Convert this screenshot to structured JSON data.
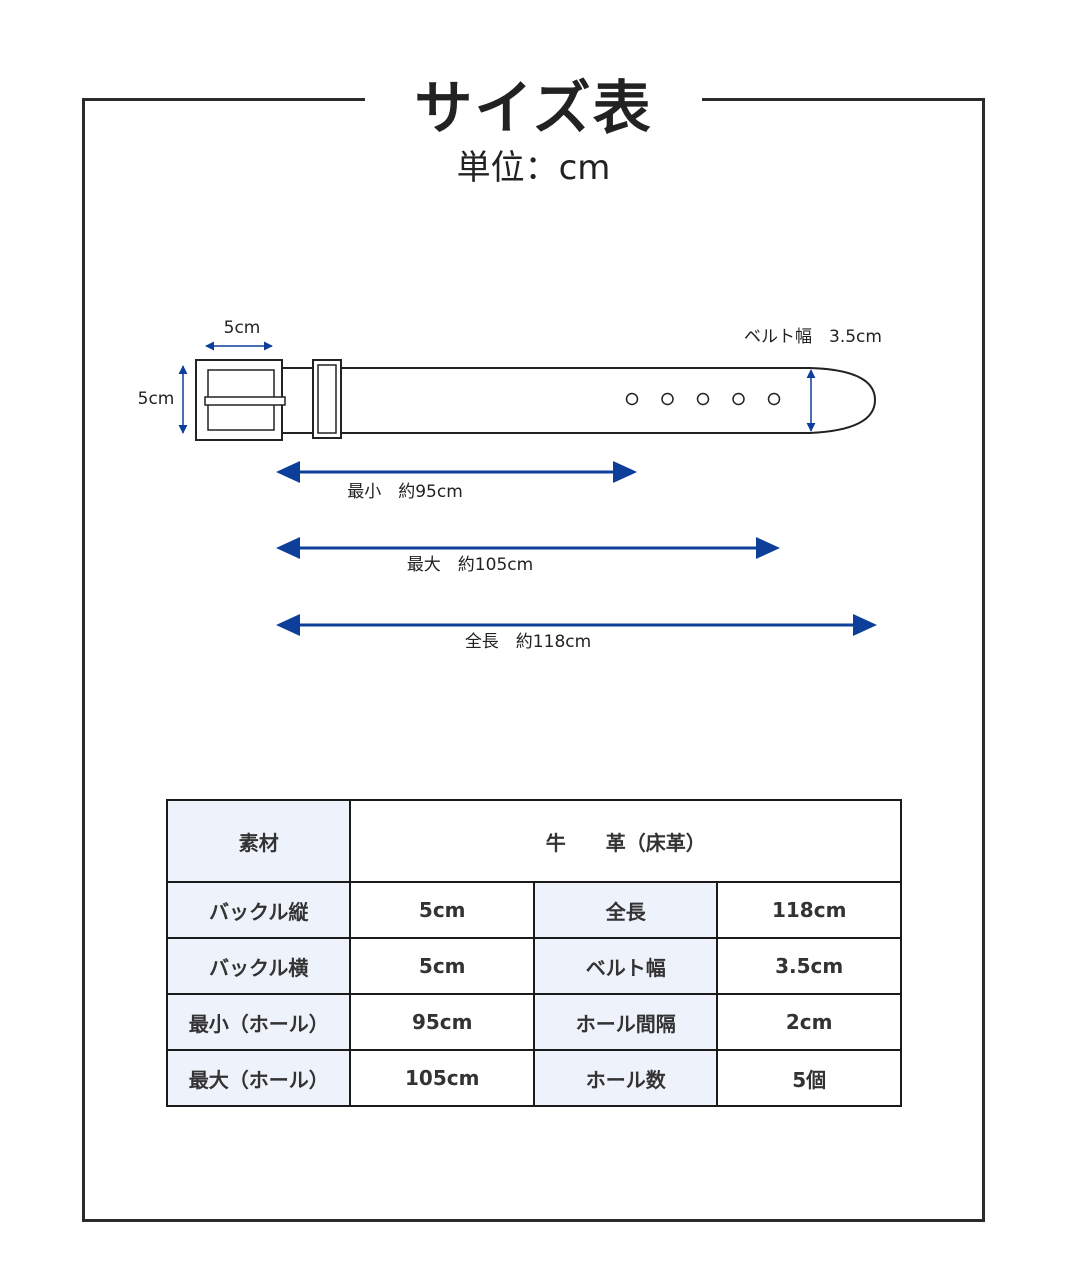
{
  "header": {
    "title": "サイズ表",
    "unit": "単位：cm"
  },
  "diagram": {
    "buckle_width_label": "5cm",
    "buckle_height_label": "5cm",
    "belt_width_label": "ベルト幅　3.5cm",
    "hole_count": 5,
    "min_label": "最小　約95cm",
    "max_label": "最大　約105cm",
    "total_label": "全長　約118cm",
    "arrow_color": "#0d3f9a"
  },
  "spec_table": {
    "material_label": "素材",
    "material_value": "牛　　革（床革）",
    "rows": [
      {
        "label1": "バックル縦",
        "value1": "5cm",
        "label2": "全長",
        "value2": "118cm"
      },
      {
        "label1": "バックル横",
        "value1": "5cm",
        "label2": "ベルト幅",
        "value2": "3.5cm"
      },
      {
        "label1": "最小（ホール）",
        "value1": "95cm",
        "label2": "ホール間隔",
        "value2": "2cm"
      },
      {
        "label1": "最大（ホール）",
        "value1": "105cm",
        "label2": "ホール数",
        "value2": "5個"
      }
    ]
  }
}
